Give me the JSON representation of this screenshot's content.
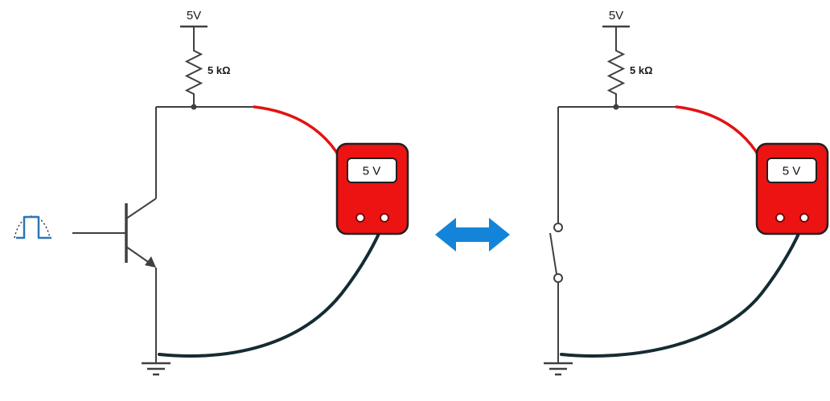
{
  "diagram": {
    "title": "transistor-switch-equivalence",
    "left_circuit": {
      "supply_label": "5V",
      "resistor_label": "5 kΩ",
      "meter_reading": "5 V",
      "device": "npn-transistor",
      "input": "pulse-signal"
    },
    "right_circuit": {
      "supply_label": "5V",
      "resistor_label": "5 kΩ",
      "meter_reading": "5 V",
      "device": "open-switch"
    },
    "colors": {
      "wire": "#404040",
      "meter_body": "#ee1313",
      "meter_outline": "#1f1f1f",
      "red_probe": "#e31212",
      "black_probe": "#142c33",
      "arrow_blue": "#1484d8",
      "pulse_blue": "#2e75b6"
    }
  }
}
